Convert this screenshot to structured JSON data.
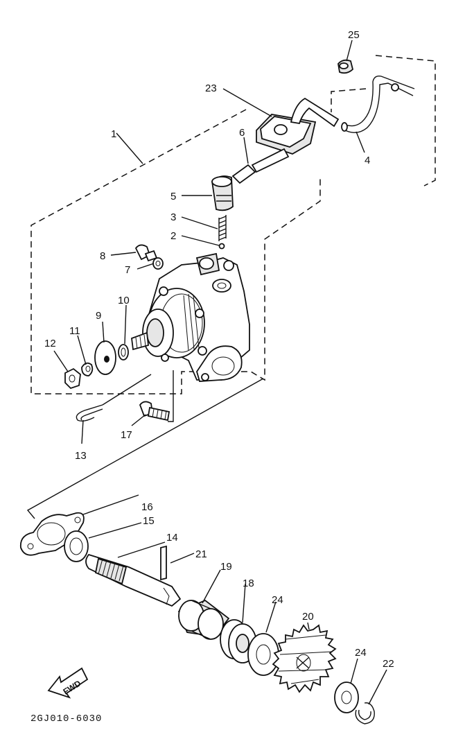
{
  "diagram": {
    "callouts": {
      "p1": "1",
      "p2": "2",
      "p3": "3",
      "p4": "4",
      "p5": "5",
      "p6": "6",
      "p7": "7",
      "p8": "8",
      "p9": "9",
      "p10": "10",
      "p11": "11",
      "p12": "12",
      "p13": "13",
      "p14": "14",
      "p15": "15",
      "p16": "16",
      "p17": "17",
      "p18": "18",
      "p19": "19",
      "p20": "20",
      "p21": "21",
      "p22": "22",
      "p23": "23",
      "p24a": "24",
      "p24b": "24",
      "p25": "25"
    },
    "fwd_label": "FWD",
    "drawing_code": "2GJ010-6030"
  }
}
